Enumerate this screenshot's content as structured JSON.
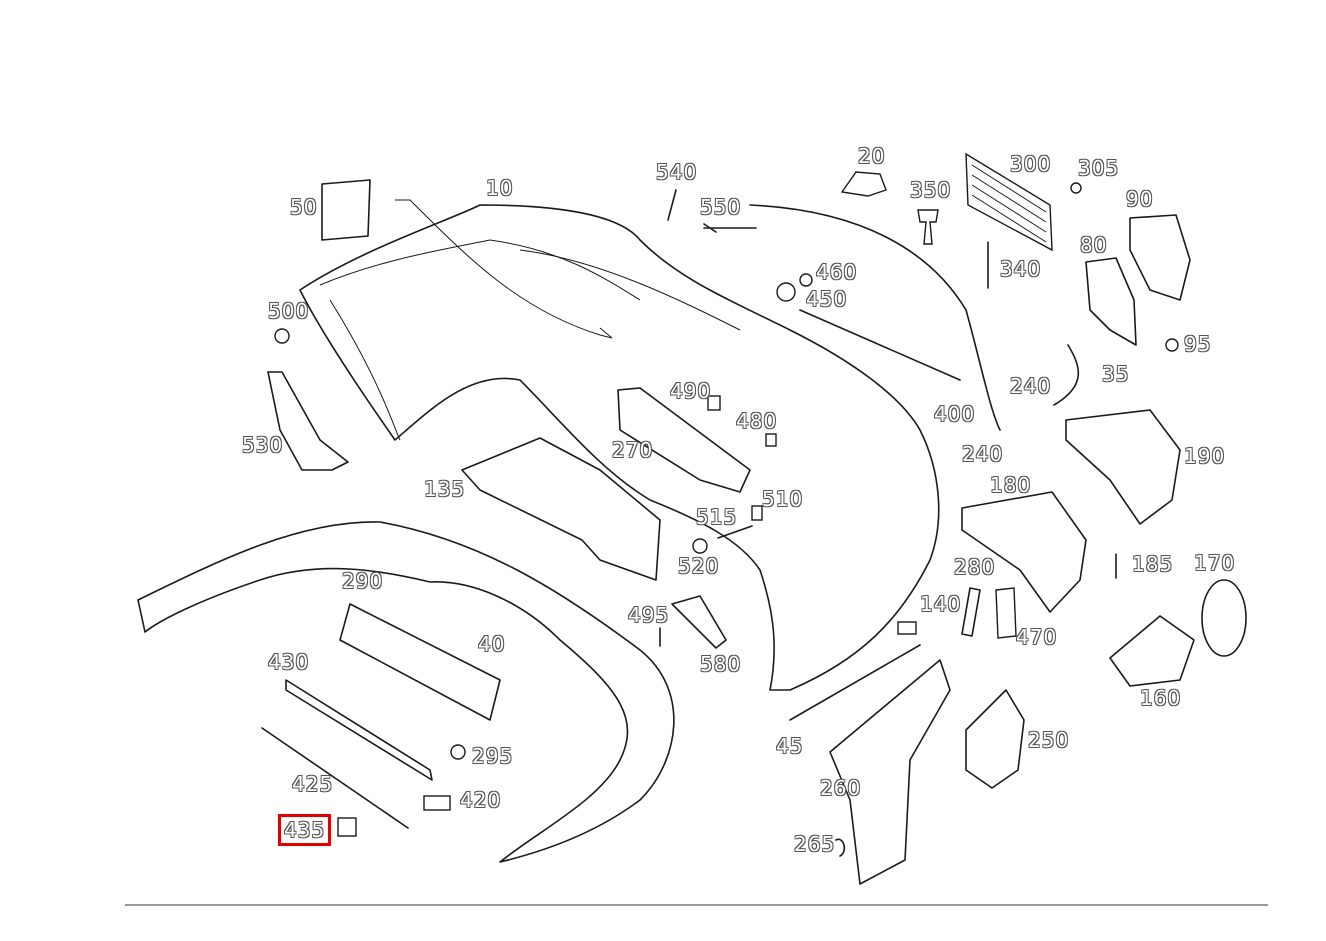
{
  "callouts": [
    {
      "id": "c10",
      "label": "10"
    },
    {
      "id": "c20",
      "label": "20"
    },
    {
      "id": "c35",
      "label": "35"
    },
    {
      "id": "c40",
      "label": "40"
    },
    {
      "id": "c45",
      "label": "45"
    },
    {
      "id": "c50",
      "label": "50"
    },
    {
      "id": "c80",
      "label": "80"
    },
    {
      "id": "c90",
      "label": "90"
    },
    {
      "id": "c95",
      "label": "95"
    },
    {
      "id": "c135",
      "label": "135"
    },
    {
      "id": "c140",
      "label": "140"
    },
    {
      "id": "c160",
      "label": "160"
    },
    {
      "id": "c170",
      "label": "170"
    },
    {
      "id": "c180",
      "label": "180"
    },
    {
      "id": "c185",
      "label": "185"
    },
    {
      "id": "c190",
      "label": "190"
    },
    {
      "id": "c240a",
      "label": "240"
    },
    {
      "id": "c240b",
      "label": "240"
    },
    {
      "id": "c250",
      "label": "250"
    },
    {
      "id": "c260",
      "label": "260"
    },
    {
      "id": "c265",
      "label": "265"
    },
    {
      "id": "c270",
      "label": "270"
    },
    {
      "id": "c280",
      "label": "280"
    },
    {
      "id": "c290",
      "label": "290"
    },
    {
      "id": "c295",
      "label": "295"
    },
    {
      "id": "c300",
      "label": "300"
    },
    {
      "id": "c305",
      "label": "305"
    },
    {
      "id": "c340",
      "label": "340"
    },
    {
      "id": "c350",
      "label": "350"
    },
    {
      "id": "c400",
      "label": "400"
    },
    {
      "id": "c420",
      "label": "420"
    },
    {
      "id": "c425",
      "label": "425"
    },
    {
      "id": "c430",
      "label": "430"
    },
    {
      "id": "c435",
      "label": "435"
    },
    {
      "id": "c450",
      "label": "450"
    },
    {
      "id": "c460",
      "label": "460"
    },
    {
      "id": "c470",
      "label": "470"
    },
    {
      "id": "c480",
      "label": "480"
    },
    {
      "id": "c490",
      "label": "490"
    },
    {
      "id": "c495",
      "label": "495"
    },
    {
      "id": "c500",
      "label": "500"
    },
    {
      "id": "c510",
      "label": "510"
    },
    {
      "id": "c515",
      "label": "515"
    },
    {
      "id": "c520",
      "label": "520"
    },
    {
      "id": "c530",
      "label": "530"
    },
    {
      "id": "c540",
      "label": "540"
    },
    {
      "id": "c550",
      "label": "550"
    },
    {
      "id": "c580",
      "label": "580"
    }
  ],
  "highlighted_callout": "435",
  "colors": {
    "highlight": "#e10000",
    "line": "#1a1a1a",
    "label_outline": "#555555",
    "rule": "#9a9a9a"
  }
}
